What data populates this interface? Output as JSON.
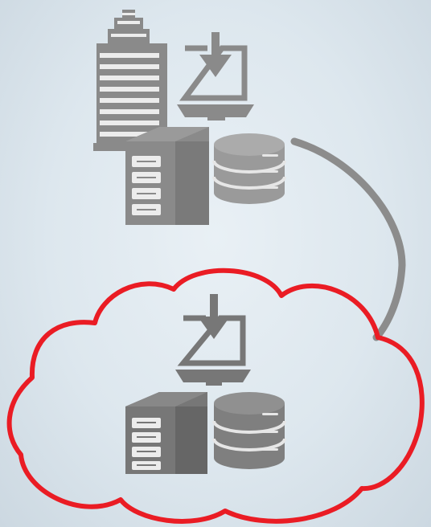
{
  "diagram": {
    "type": "on-premises-to-cloud-migration",
    "nodes": [
      {
        "id": "on-premises",
        "icons": [
          "office-building-icon",
          "laptop-download-icon",
          "server-rack-icon",
          "database-icon"
        ],
        "icon_color": "#8a8a8a"
      },
      {
        "id": "cloud",
        "icons": [
          "laptop-download-icon",
          "server-rack-icon",
          "database-icon"
        ],
        "icon_color": "#777777",
        "outline_color": "#ea1c24"
      }
    ],
    "edges": [
      {
        "from": "on-premises",
        "to": "cloud",
        "direction": "bidirectional",
        "color": "#8c8c8c"
      }
    ],
    "colors": {
      "background": "#e3ebf1",
      "cloud_outline": "#ea1c24",
      "onprem_icons": "#8a8a8a",
      "cloud_icons": "#777777",
      "arrow": "#8c8c8c"
    }
  }
}
